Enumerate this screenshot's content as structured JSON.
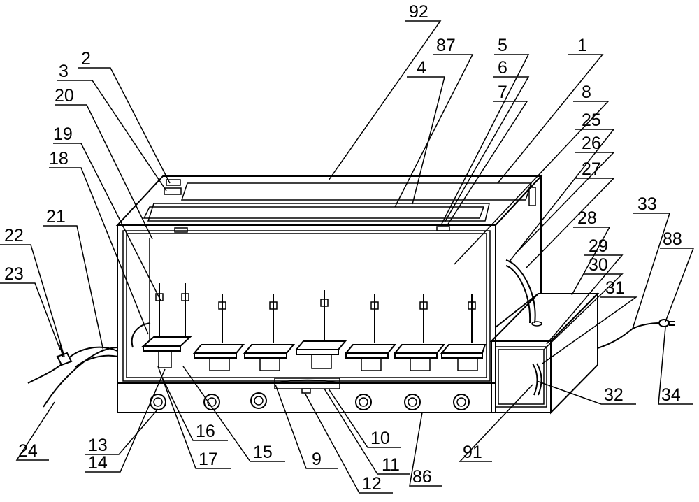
{
  "figure": {
    "labels": [
      "92",
      "87",
      "5",
      "1",
      "2",
      "4",
      "6",
      "3",
      "7",
      "8",
      "20",
      "25",
      "19",
      "26",
      "18",
      "27",
      "21",
      "22",
      "28",
      "33",
      "88",
      "29",
      "30",
      "23",
      "31",
      "32",
      "34",
      "24",
      "13",
      "16",
      "15",
      "10",
      "91",
      "14",
      "17",
      "9",
      "11",
      "86",
      "12"
    ]
  }
}
